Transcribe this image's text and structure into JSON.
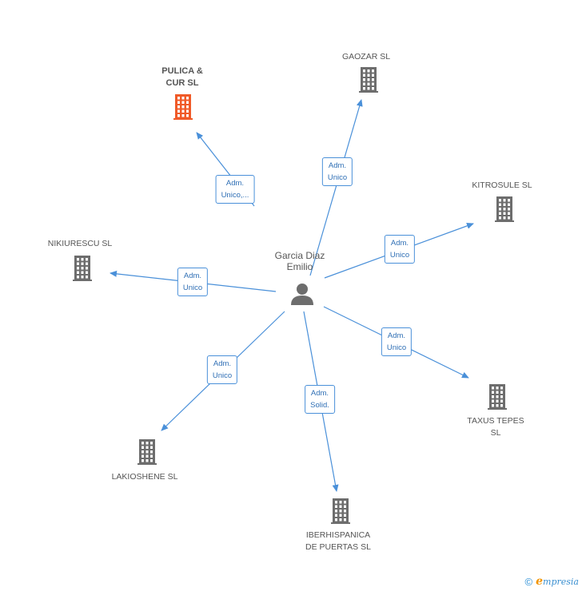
{
  "center": {
    "name": "Garcia Diaz\nEmilio"
  },
  "colors": {
    "edge": "#4a90d9",
    "building": "#6d6d6d",
    "highlight": "#f05a28",
    "person": "#6d6d6d"
  },
  "nodes": [
    {
      "id": "pulica",
      "label": "PULICA &\nCUR SL",
      "highlight": true,
      "relation": "Adm.\nUnico,..."
    },
    {
      "id": "gaozar",
      "label": "GAOZAR SL",
      "highlight": false,
      "relation": "Adm.\nUnico"
    },
    {
      "id": "kitrosule",
      "label": "KITROSULE SL",
      "highlight": false,
      "relation": "Adm.\nUnico"
    },
    {
      "id": "nikiurescu",
      "label": "NIKIURESCU SL",
      "highlight": false,
      "relation": "Adm.\nUnico"
    },
    {
      "id": "taxus",
      "label": "TAXUS TEPES\nSL",
      "highlight": false,
      "relation": "Adm.\nUnico"
    },
    {
      "id": "lakioshene",
      "label": "LAKIOSHENE SL",
      "highlight": false,
      "relation": "Adm.\nUnico"
    },
    {
      "id": "iberhispanica",
      "label": "IBERHISPANICA\nDE PUERTAS  SL",
      "highlight": false,
      "relation": "Adm.\nSolid."
    }
  ],
  "footer": {
    "copyright": "©",
    "brand_e": "e",
    "brand_rest": "mpresia"
  }
}
